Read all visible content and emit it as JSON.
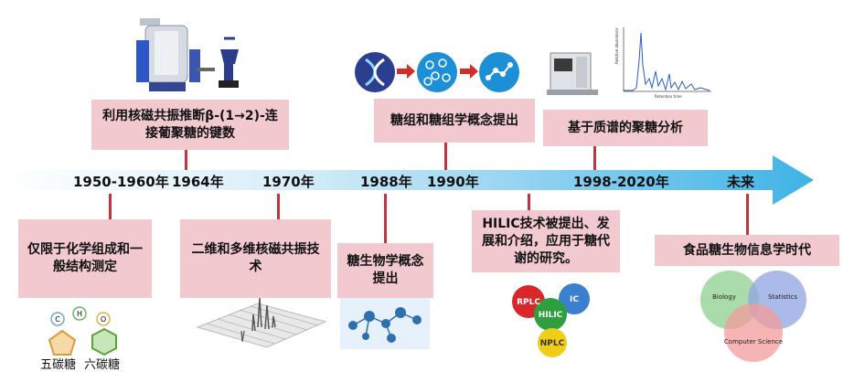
{
  "colors": {
    "box_fill": "#f2c9cf",
    "connector": "#c0343f",
    "arrow_start": "#ffffff",
    "arrow_end": "#3fb3e6"
  },
  "timeline": {
    "years": [
      "1950-1960年",
      "1964年",
      "1970年",
      "1988年",
      "1990年",
      "1998-2020年",
      "未来"
    ]
  },
  "events": {
    "top": [
      "利用核磁共振推断β-(1→2)-连接葡聚糖的键数",
      "糖组和糖组学概念提出",
      "基于质谱的聚糖分析"
    ],
    "bottom": [
      "仅限于化学组成和一般结构测定",
      "二维和多维核磁共振技术",
      "糖生物学概念提出",
      "HILIC技术被提出、发展和介绍，应用于糖代谢的研究。",
      "食品糖生物信息学时代"
    ]
  },
  "images": {
    "atoms": [
      "C",
      "H",
      "O"
    ],
    "sugar_labels": [
      "五碳糖",
      "六碳糖"
    ],
    "chromatography": [
      "RPLC",
      "IC",
      "HILIC",
      "NPLC"
    ],
    "venn": [
      "Biology",
      "Statistics",
      "Computer Science"
    ],
    "spectrum": {
      "ylabel": "Relative abundance",
      "xlabel": "Retention time"
    }
  },
  "icons": [
    "nmr-instrument-icon",
    "dna-icon",
    "glycan-network-icon",
    "mass-spectrometer-icon",
    "molecule-icon",
    "nmr-spectrum-icon"
  ]
}
